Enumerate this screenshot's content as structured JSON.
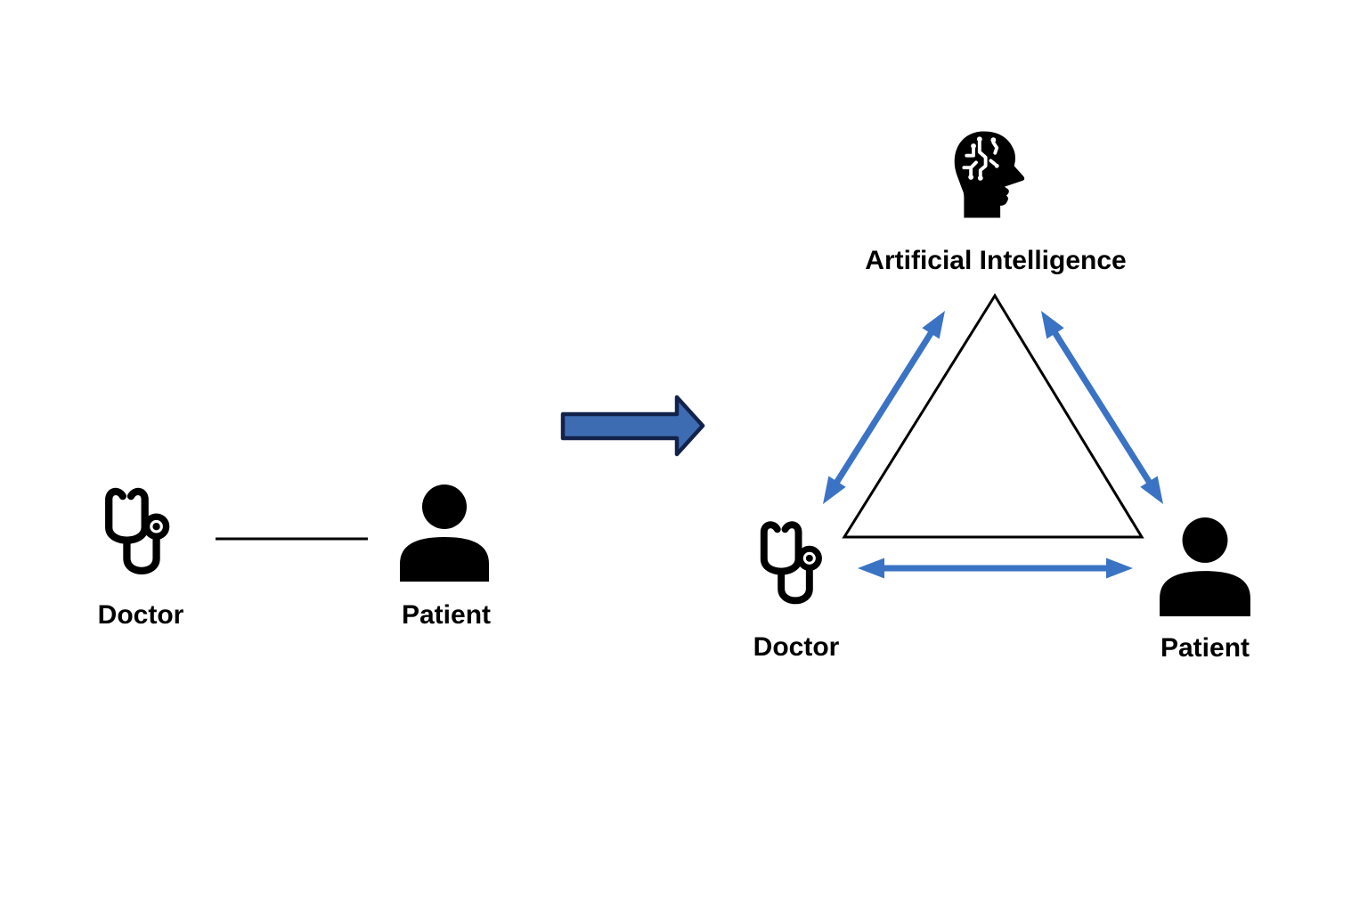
{
  "colors": {
    "arrow_blue": "#3B73C4",
    "block_arrow_fill": "#3E6CB3",
    "block_arrow_outline": "#13224A",
    "diagram_black": "#000000",
    "page_bg": "#FFFFFF"
  },
  "before_diagram": {
    "doctor_label": "Doctor",
    "patient_label": "Patient"
  },
  "after_diagram": {
    "ai_label": "Artificial Intelligence",
    "doctor_label": "Doctor",
    "patient_label": "Patient"
  },
  "icons": {
    "doctor": "stethoscope-icon",
    "patient": "person-icon",
    "ai": "ai-brain-head-icon",
    "transformation": "block-right-arrow-icon"
  },
  "relationships": {
    "before": [
      "Doctor — Patient"
    ],
    "after": [
      "Doctor ⇄ Artificial Intelligence",
      "Artificial Intelligence ⇄ Patient",
      "Doctor ⇄ Patient"
    ]
  }
}
